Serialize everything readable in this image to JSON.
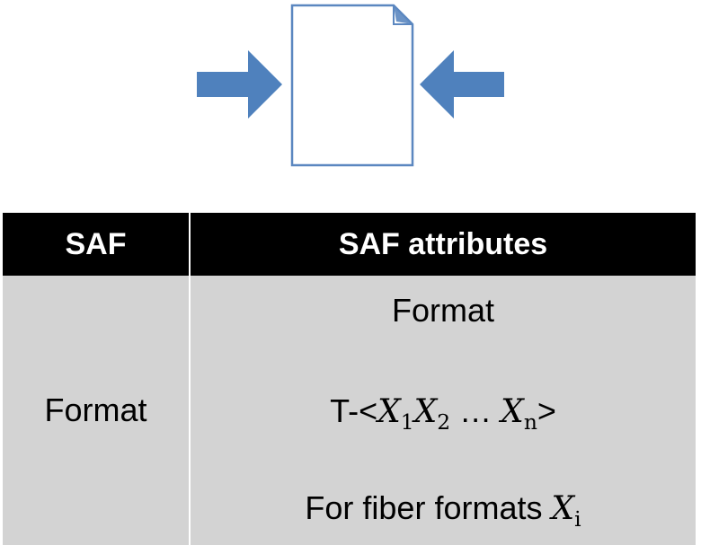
{
  "table": {
    "header": {
      "col1": "SAF",
      "col2": "SAF attributes"
    },
    "row": {
      "saf": "Format",
      "attr_title": "Format",
      "tuple_prefix": "T-<",
      "tuple_x1": "X",
      "tuple_sub1": "1",
      "tuple_x2": "X",
      "tuple_sub2": "2",
      "tuple_ellipsis": " … ",
      "tuple_xn": "X",
      "tuple_subn": "n",
      "tuple_suffix": ">",
      "fiber_text": "For fiber formats ",
      "fiber_x": "X",
      "fiber_sub": "i"
    }
  },
  "colors": {
    "document_stroke": "#5b87c0",
    "arrow_fill": "#4f81bd",
    "header_bg": "#000000",
    "cell_bg": "#d3d3d3"
  },
  "icons": [
    "left-arrow-icon",
    "document-icon",
    "right-arrow-icon"
  ]
}
